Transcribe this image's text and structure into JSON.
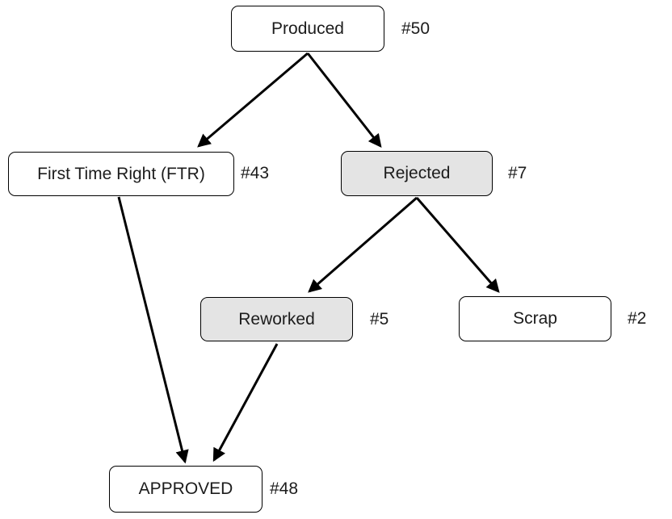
{
  "diagram": {
    "title": "production-quality-flow",
    "nodes": {
      "produced": {
        "label": "Produced",
        "count": "#50",
        "shaded": false
      },
      "ftr": {
        "label": "First Time Right (FTR)",
        "count": "#43",
        "shaded": false
      },
      "rejected": {
        "label": "Rejected",
        "count": "#7",
        "shaded": true
      },
      "reworked": {
        "label": "Reworked",
        "count": "#5",
        "shaded": true
      },
      "scrap": {
        "label": "Scrap",
        "count": "#2",
        "shaded": false
      },
      "approved": {
        "label": "APPROVED",
        "count": "#48",
        "shaded": false
      }
    },
    "edges": [
      {
        "from": "produced",
        "to": "ftr"
      },
      {
        "from": "produced",
        "to": "rejected"
      },
      {
        "from": "rejected",
        "to": "reworked"
      },
      {
        "from": "rejected",
        "to": "scrap"
      },
      {
        "from": "ftr",
        "to": "approved"
      },
      {
        "from": "reworked",
        "to": "approved"
      }
    ],
    "colors": {
      "node_fill": "#ffffff",
      "node_fill_shaded": "#e4e4e4",
      "node_border": "#000000",
      "arrow": "#000000",
      "text": "#1c1c1c",
      "background": "#ffffff"
    }
  }
}
